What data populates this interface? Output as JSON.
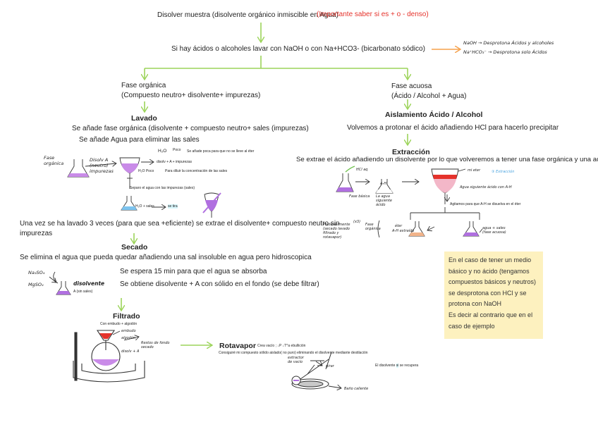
{
  "colors": {
    "arrow_green": "#9cd45a",
    "arrow_orange": "#f5a04a",
    "red": "#e5322b",
    "purple": "#b06fe0",
    "blue": "#4aa3df",
    "note_bg": "#fdf1bf"
  },
  "top": {
    "main": "Disolver muestra (disolvente orgánico inmiscible en Agua)",
    "important": "(Importante saber si es + o - denso)",
    "wash": "Si hay ácidos o alcoholes lavar con NaOH o con Na+HCO3- (bicarbonato sódico)",
    "note1": "NaOH → Desprotona Ácidos y alcoholes",
    "note2": "Na⁺HCO₃⁻ → Desprotona solo Ácidos"
  },
  "left": {
    "phase_title": "Fase orgánica",
    "phase_sub": "(Compuesto neutro+ disolvente+ impurezas)",
    "lavado": "Lavado",
    "lavado_1": "Se añade fase orgánica (disolvente + compuesto neutro+ sales (impurezas)",
    "lavado_2": "Se añade Agua para eliminar las sales",
    "fase_organica": "Fase orgánica",
    "disolv": "Disolv A (neutro) impurezas",
    "h2o": "H₂O",
    "poco": "Poco",
    "ann_1": "Se añade poca para que no se lleve al éter",
    "ann_2": "disolv + A + impurezas",
    "ann_3": "H₂O Poco",
    "ann_4": "Para diluir la concentración de las sales",
    "separo": "Separo el agua con las impurezas (sales)",
    "h2o_sales": "H₂O + sales",
    "se_tira": "se tira",
    "repeat_1": "Una vez se ha lavado 3 veces (para que sea +eficiente) se extrae el disolvente+ compuesto neutro sin",
    "repeat_2": "impurezas",
    "secado": "Secado",
    "secado_1": "Se elimina el agua que pueda quedar añadiendo una sal insoluble en agua pero hidroscopica",
    "secado_2": "Se espera 15 min para que el agua se absorba",
    "secado_3": "Se obtiene disolvente + A con sólido en el fondo (se debe filtrar)",
    "na2so4": "Na₂SO₄",
    "mgso4": "MgSO₄",
    "disolvente": "disolvente",
    "sin_sales": "A (sin sales)",
    "filtrado": "Filtrado",
    "filtrado_sub": "Con embudo + algodón",
    "f_ann_1": "embudo",
    "f_ann_2": "algodón",
    "f_ann_3": "Restos de fondo secado",
    "f_ann_4": "disolv + A",
    "rotavapor": "Rotavapor",
    "rot_ann": "Crea vacío ; ↓P ↓T^a ebullición",
    "rot_sub": "Consiguiré mi compuesto sólido aislado( no puro) eliminando el disolvente mediante destilación",
    "rot_r1": "extractor de vacío",
    "rot_r2": "girar",
    "rot_r3": "Baño caliente",
    "recupera_pre": "El disolvente",
    "recupera_mid": "si",
    "recupera_post": "se recupera"
  },
  "right": {
    "phase_title": "Fase acuosa",
    "phase_sub": "(Ácido / Alcohol + Agua)",
    "aislamiento": "Aislamiento Ácido / Alcohol",
    "aisl_1": "Volvemos a protonar el ácido añadiendo HCl para hacerlo precipitar",
    "extraccion": "Extracción",
    "ext_1": "Se extrae el ácido añadiendo un disolvente por lo que volveremos a tener una fase orgánica y una acuosa",
    "hcl": "HCl aq",
    "ah": "A-H",
    "fase_basica": "Fase básica",
    "agua_sig": "La agua siguiente ácido",
    "mi_eter": "mi eter",
    "extrac_tag": "③ Extracción",
    "agua_ah": "Agua siguiente ácido con A-H",
    "agitamos": "Agitamos para que A-H se disuelva en el éter",
    "eter": "éter",
    "ah_extraido": "A-H extraído",
    "fase_org": "Fase orgánica",
    "x3": "(x3)",
    "posteriormente": "Posteriormente (secado lavado filtrado y rotavapor)",
    "agua_sales": "agua + sales (fase acuosa)"
  },
  "note": {
    "l1": "En el caso de tener un medio",
    "l2": "básico y no ácido (tengamos",
    "l3": "compuestos básicos y neutros)",
    "l4": "se desprotona con HCl y se",
    "l5": "protona con NaOH",
    "l6": "Es decir al contrario que en el",
    "l7": "caso de ejemplo"
  }
}
